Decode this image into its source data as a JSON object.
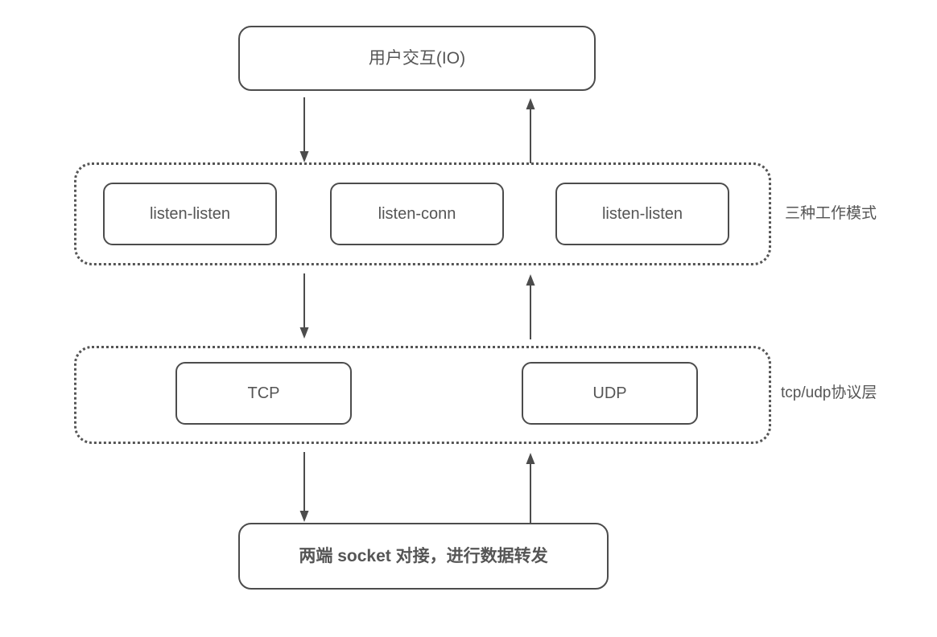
{
  "diagram": {
    "title_box": {
      "label": "用户交互(IO)"
    },
    "groups": [
      {
        "name": "work-modes",
        "side_label": "三种工作模式",
        "nodes": [
          {
            "label": "listen-listen"
          },
          {
            "label": "listen-conn"
          },
          {
            "label": "listen-listen"
          }
        ]
      },
      {
        "name": "protocol-layer",
        "side_label": "tcp/udp协议层",
        "nodes": [
          {
            "label": "TCP"
          },
          {
            "label": "UDP"
          }
        ]
      }
    ],
    "bottom_box": {
      "label": "两端 socket 对接，进行数据转发"
    },
    "arrows": [
      {
        "name": "io-to-modes",
        "direction": "down"
      },
      {
        "name": "modes-to-io",
        "direction": "up"
      },
      {
        "name": "modes-to-protocol",
        "direction": "down"
      },
      {
        "name": "protocol-to-modes",
        "direction": "up"
      },
      {
        "name": "protocol-to-socket",
        "direction": "down"
      },
      {
        "name": "socket-to-protocol",
        "direction": "up"
      }
    ],
    "colors": {
      "stroke": "#4c4c4c",
      "text": "#555555",
      "background": "#ffffff"
    }
  }
}
